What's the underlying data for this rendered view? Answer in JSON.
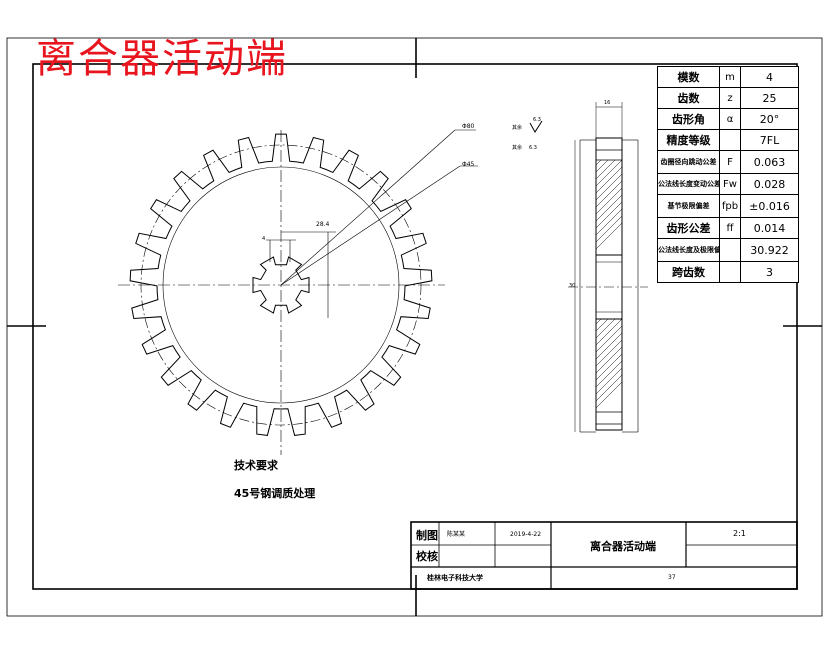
{
  "overlay_title": "离合器活动端",
  "tech": {
    "heading": "技术要求",
    "note": "45号钢调质处理"
  },
  "dims": {
    "outer_dia": "Φ80",
    "root_dia": "Φ45",
    "hub_dim": "28.4",
    "top_small": "4",
    "width": "16",
    "left_mark": "30"
  },
  "roughness": {
    "label1": "其余",
    "label2": "其余",
    "value": "6.3",
    "note": "6.3"
  },
  "params": [
    {
      "name": "模数",
      "sym": "m",
      "val": "4"
    },
    {
      "name": "齿数",
      "sym": "z",
      "val": "25"
    },
    {
      "name": "齿形角",
      "sym": "α",
      "val": "20°"
    },
    {
      "name": "精度等级",
      "sym": "",
      "val": "7FL"
    },
    {
      "name": "齿圈径向跳动公差",
      "sym": "F",
      "val": "0.063"
    },
    {
      "name": "公法线长度变动公差",
      "sym": "Fw",
      "val": "0.028"
    },
    {
      "name": "基节极限偏差",
      "sym": "fpb",
      "val": "±0.016"
    },
    {
      "name": "齿形公差",
      "sym": "ff",
      "val": "0.014"
    },
    {
      "name": "公法线长度及极限偏差",
      "sym": "",
      "val": "30.922"
    },
    {
      "name": "跨齿数",
      "sym": "",
      "val": "3"
    }
  ],
  "title_block": {
    "drawn": "制图",
    "checked": "校核",
    "name": "陈某某",
    "date": "2019-4-22",
    "part_name": "离合器活动端",
    "scale": "2:1",
    "school": "桂林电子科技大学",
    "sheet": "37"
  }
}
